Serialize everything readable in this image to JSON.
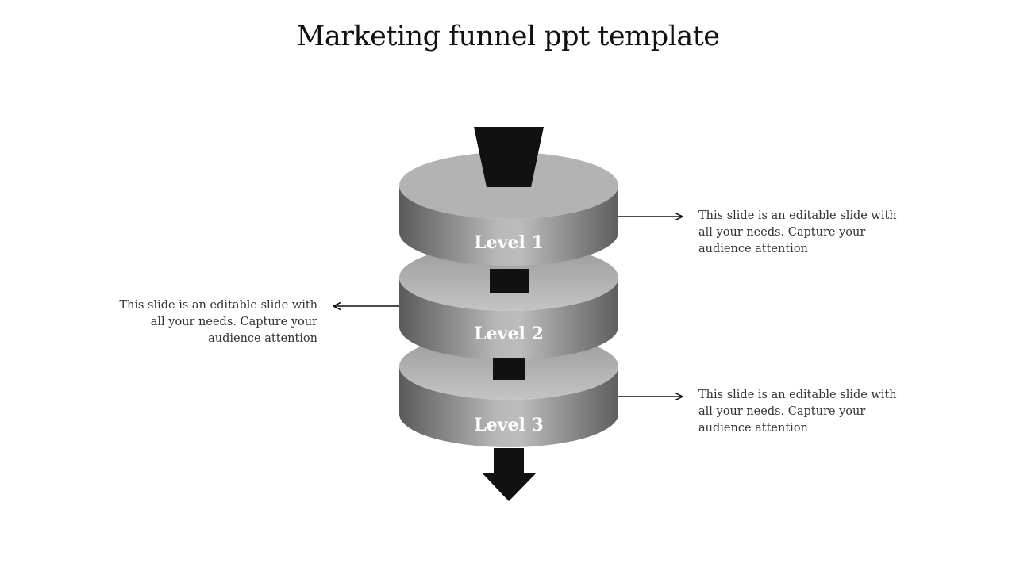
{
  "title": "Marketing funnel ppt template",
  "levels": [
    {
      "label": "Level 1",
      "description": "This slide is an editable slide with all your needs. Capture your audience attention",
      "side": "right"
    },
    {
      "label": "Level 2",
      "description": "This slide is an editable slide with all your needs. Capture your audience attention",
      "side": "left"
    },
    {
      "label": "Level 3",
      "description": "This slide is an editable slide with all your needs. Capture your audience attention",
      "side": "right"
    }
  ],
  "colors": {
    "shape_dark": "#111111",
    "disc_top": "#b5b5b5",
    "disc_side_light": "#bdbdbd",
    "disc_side_dark": "#5c5c5c",
    "label_text": "#ffffff",
    "arrow": "#111111"
  }
}
